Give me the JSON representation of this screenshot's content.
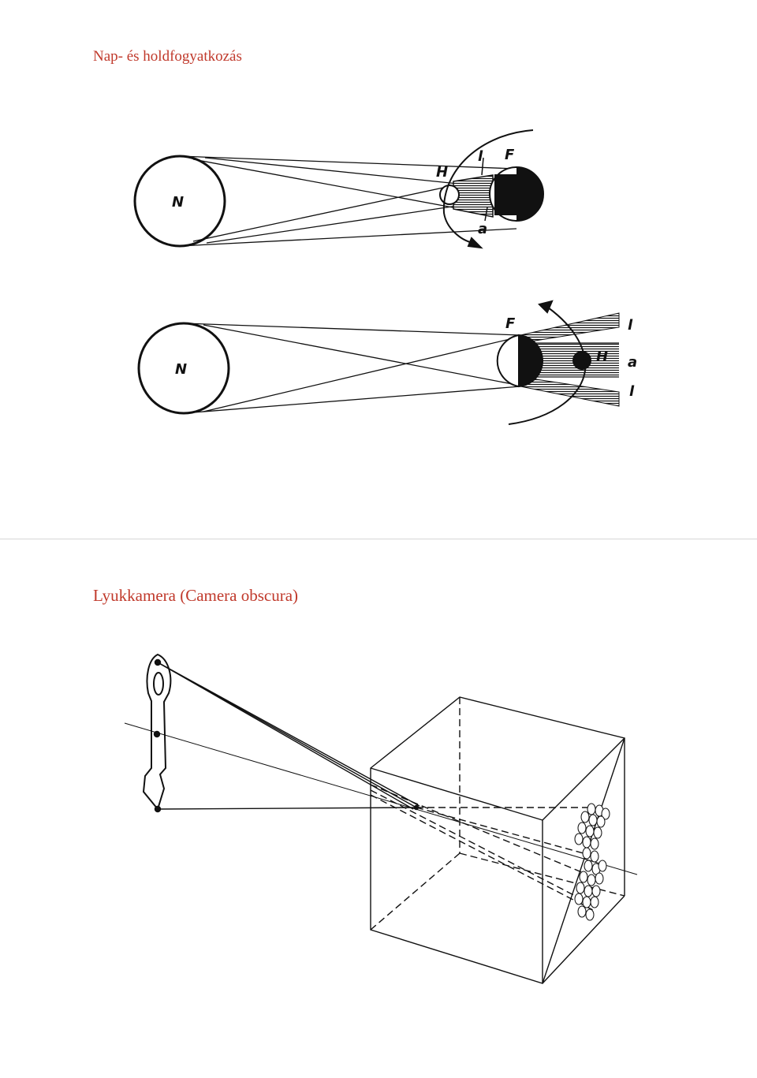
{
  "slides": [
    {
      "title": "Nap- és holdfogyatkozás",
      "figure_labels": {
        "earth_top": "N",
        "moon_top": "H",
        "umbra_top": "l",
        "penumbra_top": "a",
        "sun_top": "F",
        "earth_bottom": "N",
        "sun_bottom": "F",
        "moon_bottom": "H",
        "band_top": "l",
        "band_mid": "a",
        "band_bottom": "l"
      }
    },
    {
      "title": "Lyukkamera (Camera obscura)"
    }
  ]
}
